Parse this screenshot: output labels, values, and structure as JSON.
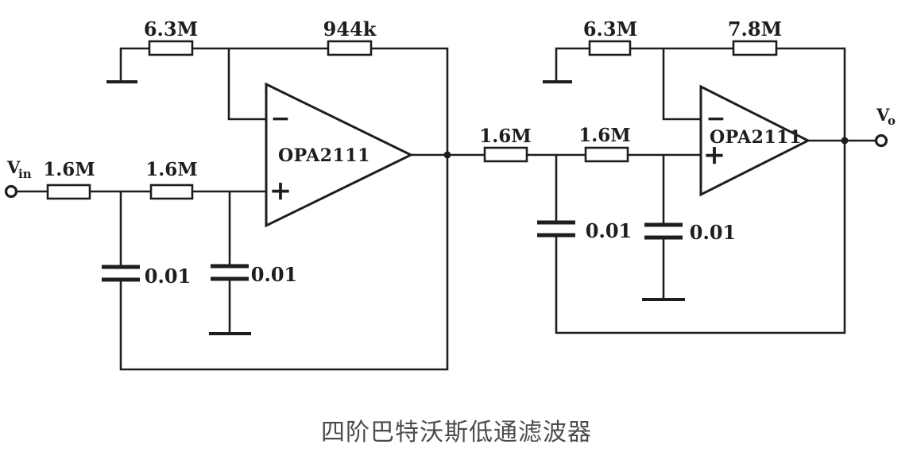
{
  "figure": {
    "caption": "四阶巴特沃斯低通滤波器"
  },
  "terminals": {
    "input_symbol": "V",
    "input_subscript": "in",
    "output_symbol": "V",
    "output_subscript": "o"
  },
  "stage1": {
    "ground_resistor": "6.3M",
    "feedback_resistor": "944k",
    "input_resistor_1": "1.6M",
    "input_resistor_2": "1.6M",
    "feedback_capacitor": "0.01",
    "shunt_capacitor": "0.01",
    "opamp": "OPA2111",
    "inverting_input": "−",
    "noninverting_input": "+"
  },
  "stage2": {
    "ground_resistor": "6.3M",
    "feedback_resistor": "7.8M",
    "input_resistor_1": "1.6M",
    "input_resistor_2": "1.6M",
    "feedback_capacitor": "0.01",
    "shunt_capacitor": "0.01",
    "opamp": "OPA2111",
    "inverting_input": "−",
    "noninverting_input": "+"
  },
  "colors": {
    "ink": "#1e1e1e",
    "caption_text": "#4c4c4c",
    "background": "#ffffff"
  }
}
